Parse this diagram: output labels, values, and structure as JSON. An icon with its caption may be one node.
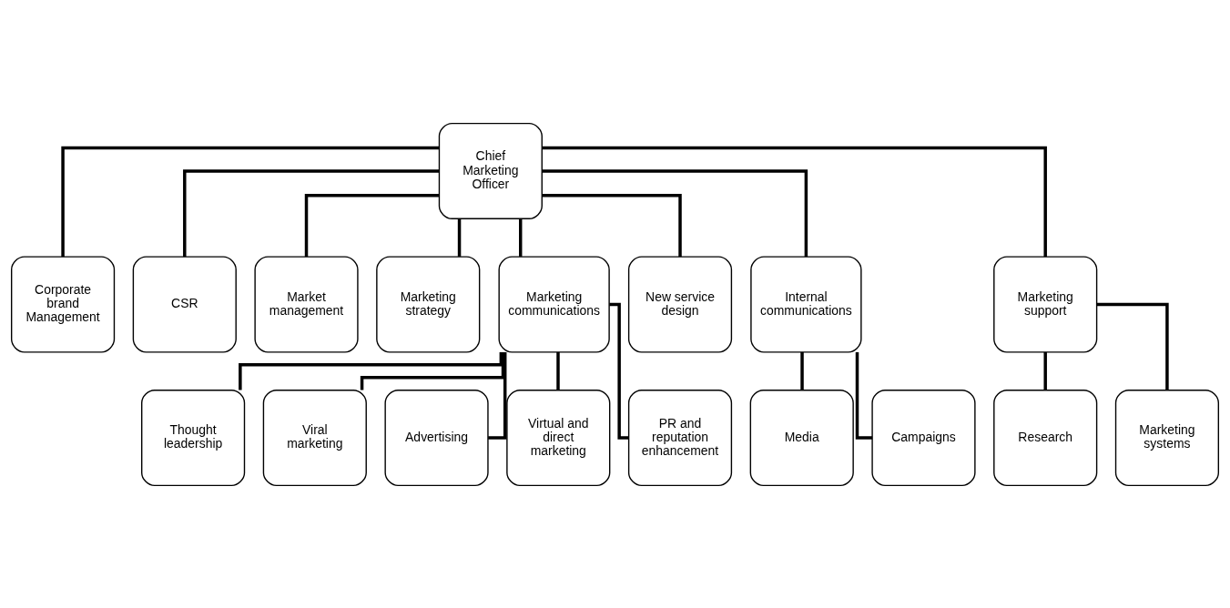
{
  "diagram": {
    "nodes": [
      {
        "text": [
          "Chief Marketing Officer"
        ]
      },
      {
        "text": [
          "Corporate brand Management"
        ]
      },
      {
        "text": [
          "CSR"
        ]
      },
      {
        "text": [
          "Market management"
        ]
      },
      {
        "text": [
          "Marketing strategy"
        ]
      },
      {
        "text": [
          "Marketing communications"
        ]
      },
      {
        "text": [
          "New service design"
        ]
      },
      {
        "text": [
          "Internal communications"
        ]
      },
      {
        "text": [
          "Marketing support"
        ]
      },
      {
        "text": [
          "Thought leadership"
        ]
      },
      {
        "text": [
          "Viral marketing"
        ]
      },
      {
        "text": [
          "Advertising"
        ]
      },
      {
        "text": [
          "Virtual and direct marketing"
        ]
      },
      {
        "text": [
          "PR and reputation enhancement"
        ]
      },
      {
        "text": [
          "Media"
        ]
      },
      {
        "text": [
          "Campaigns"
        ]
      },
      {
        "text": [
          "Research"
        ]
      },
      {
        "text": [
          "Marketing systems"
        ]
      }
    ],
    "edges": [
      {
        "from": 0,
        "to": 1,
        "arrow": "none"
      },
      {
        "from": 0,
        "to": 2,
        "arrow": "none"
      },
      {
        "from": 0,
        "to": 3,
        "arrow": "none"
      },
      {
        "from": 0,
        "to": 4,
        "arrow": "none"
      },
      {
        "from": 0,
        "to": 5,
        "arrow": "none"
      },
      {
        "from": 0,
        "to": 6,
        "arrow": "none"
      },
      {
        "from": 0,
        "to": 7,
        "arrow": "none"
      },
      {
        "from": 0,
        "to": 8,
        "arrow": "none"
      },
      {
        "from": 5,
        "to": 9,
        "arrow": "none"
      },
      {
        "from": 5,
        "to": 10,
        "arrow": "none"
      },
      {
        "from": 5,
        "to": 11,
        "arrow": "none"
      },
      {
        "from": 5,
        "to": 12,
        "arrow": "none"
      },
      {
        "from": 5,
        "to": 13,
        "arrow": "none"
      },
      {
        "from": 7,
        "to": 14,
        "arrow": "none"
      },
      {
        "from": 7,
        "to": 15,
        "arrow": "none"
      },
      {
        "from": 8,
        "to": 16,
        "arrow": "none"
      },
      {
        "from": 8,
        "to": 17,
        "arrow": "none"
      }
    ]
  }
}
